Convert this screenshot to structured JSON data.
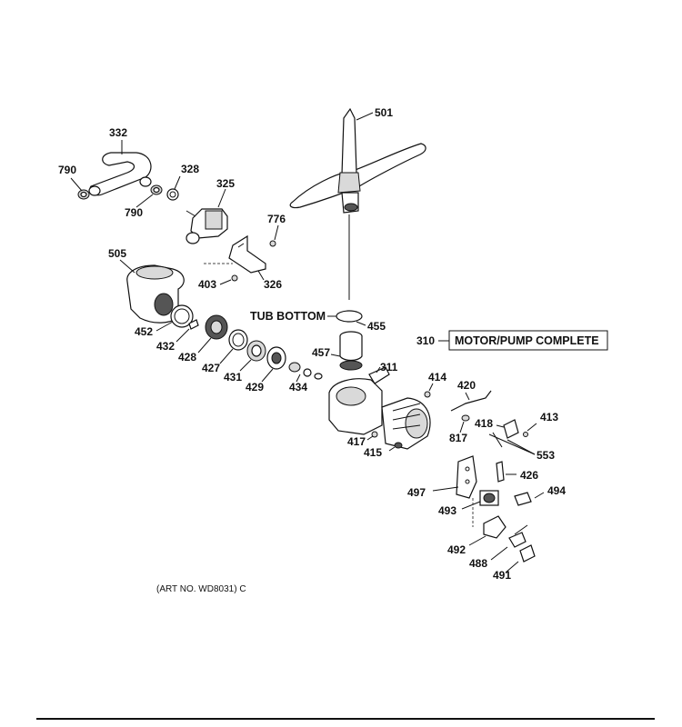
{
  "labels": {
    "p501": "501",
    "p332": "332",
    "p790a": "790",
    "p790b": "790",
    "p328": "328",
    "p325": "325",
    "p776": "776",
    "p505": "505",
    "p403": "403",
    "p326": "326",
    "p452": "452",
    "p432": "432",
    "p428": "428",
    "p427": "427",
    "p431": "431",
    "p429": "429",
    "p434": "434",
    "p455": "455",
    "p457": "457",
    "p311": "311",
    "p414": "414",
    "p420": "420",
    "p418": "418",
    "p413": "413",
    "p817": "817",
    "p553": "553",
    "p417": "417",
    "p415": "415",
    "p426": "426",
    "p497": "497",
    "p494": "494",
    "p493": "493",
    "p492": "492",
    "p488": "488",
    "p491": "491",
    "p310": "310"
  },
  "callouts": {
    "tub_bottom": "TUB BOTTOM",
    "motor_pump": "MOTOR/PUMP COMPLETE"
  },
  "art_number": "(ART NO. WD8031) C"
}
